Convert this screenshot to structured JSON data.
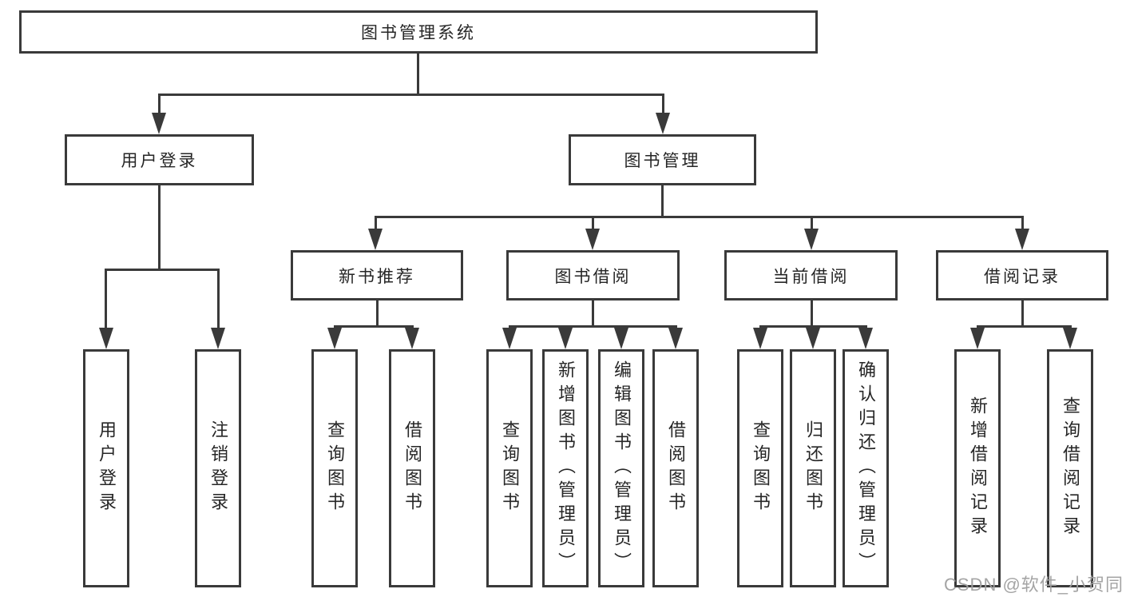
{
  "diagram": {
    "root_label": "图书管理系统",
    "level2": [
      "用户登录",
      "图书管理"
    ],
    "level3": [
      "新书推荐",
      "图书借阅",
      "当前借阅",
      "借阅记录"
    ],
    "leaves": {
      "user_login": [
        "用户登录",
        "注销登录"
      ],
      "new_book_recommend": [
        "查询图书",
        "借阅图书"
      ],
      "book_borrow": [
        "查询图书",
        "新增图书（管理员）",
        "编辑图书（管理员）",
        "借阅图书"
      ],
      "current_borrow": [
        "查询图书",
        "归还图书",
        "确认归还（管理员）"
      ],
      "borrow_records": [
        "新增借阅记录",
        "查询借阅记录"
      ]
    },
    "watermark": "CSDN @软件_小贺同学",
    "colors": {
      "line": "#3a3a3a",
      "text": "#262626",
      "watermark": "#a0a0a0",
      "background": "#ffffff"
    }
  }
}
